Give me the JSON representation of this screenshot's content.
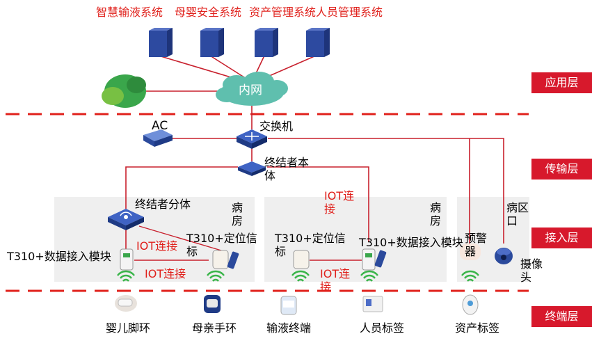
{
  "layers": [
    "应用层",
    "传输层",
    "接入层",
    "终端层"
  ],
  "systems": [
    "智慧输液系统",
    "母婴安全系统",
    "资产管理系统人员管理系统"
  ],
  "nodes": {
    "intranet": "内网",
    "ac": "AC",
    "switch": "交换机",
    "terminator_body": "终结者本体",
    "terminator_splitter": "终结者分体"
  },
  "rooms": {
    "ward": "病房",
    "ward_area": "病区口"
  },
  "devices": {
    "t310_data": "T310+数据接入模块",
    "t310_positioning": "T310+定位信标",
    "alarm": "预警器",
    "camera": "摄像头"
  },
  "links": {
    "iot": "IOT连接"
  },
  "terminals": [
    "婴儿脚环",
    "母亲手环",
    "输液终端",
    "人员标签",
    "资产标签"
  ],
  "colors": {
    "accent_red": "#d7192c",
    "network_blue": "#2b4a9c",
    "signal_green": "#3ab54a"
  }
}
